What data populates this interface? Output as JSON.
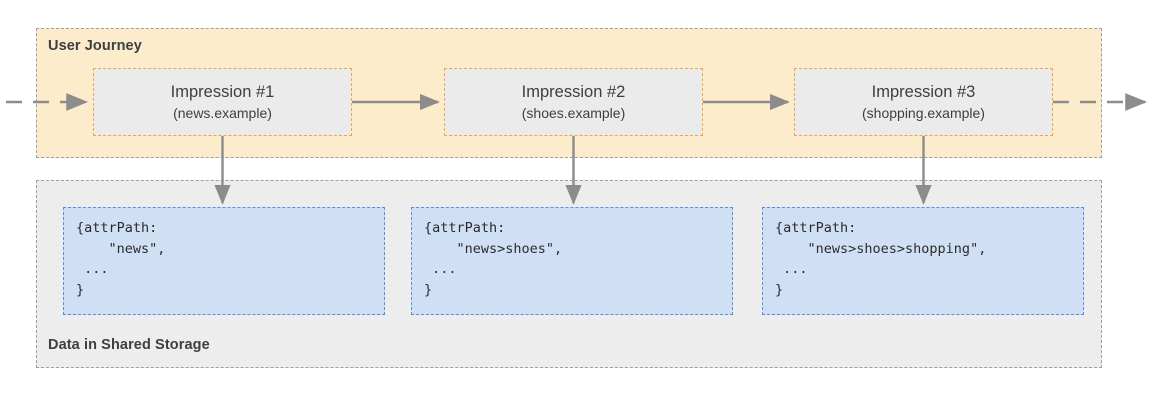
{
  "diagram": {
    "title_journey": "User Journey",
    "title_storage": "Data in Shared Storage",
    "colors": {
      "journey_background": "#fdeccb",
      "journey_border": "#9aa0a6",
      "impression_background": "#ebebeb",
      "impression_border": "#f0a83c",
      "storage_background": "#ededed",
      "storage_border": "#9aa0a6",
      "code_background": "#cfe0f4",
      "code_border": "#5b8ede",
      "arrow": "#8c8c8c",
      "text": "#3c4043"
    }
  },
  "impressions": [
    {
      "title": "Impression #1",
      "subtitle": "(news.example)"
    },
    {
      "title": "Impression #2",
      "subtitle": "(shoes.example)"
    },
    {
      "title": "Impression #3",
      "subtitle": "(shopping.example)"
    }
  ],
  "storage_entries": [
    {
      "code": "{attrPath:\n    \"news\",\n ...\n}"
    },
    {
      "code": "{attrPath:\n    \"news>shoes\",\n ...\n}"
    },
    {
      "code": "{attrPath:\n    \"news>shoes>shopping\",\n ...\n}"
    }
  ]
}
